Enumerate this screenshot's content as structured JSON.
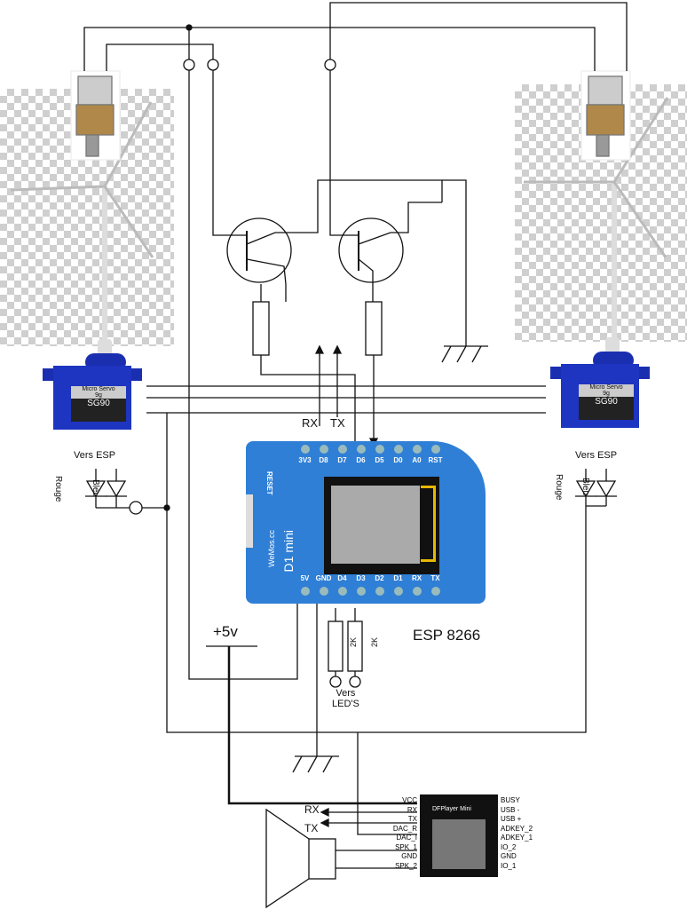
{
  "labels": {
    "rx_esp": "RX",
    "tx_esp": "TX",
    "vers_esp_left": "Vers ESP",
    "vers_esp_right": "Vers ESP",
    "rouge_left": "Rouge",
    "rouge_right": "Rouge",
    "bleu_left": "Bleu",
    "bleu_right": "Bleu",
    "plus5v": "+5v",
    "esp_title": "ESP 8266",
    "resistor_a": "2K",
    "resistor_b": "2K",
    "vers_leds": "Vers\nLED'S",
    "rx_df": "RX",
    "tx_df": "TX"
  },
  "esp_board": {
    "top_pins": [
      "3V3",
      "D8",
      "D7",
      "D6",
      "D5",
      "D0",
      "A0",
      "RST"
    ],
    "bottom_pins": [
      "5V",
      "GND",
      "D4",
      "D3",
      "D2",
      "D1",
      "RX",
      "TX"
    ],
    "reset": "RESET",
    "name": "D1 mini",
    "brand": "WeMos.cc",
    "color": "#2f7fd6"
  },
  "servo": {
    "line1": "Micro Servo",
    "line2": "9g",
    "model": "SG90",
    "color": "#1a2fb0"
  },
  "dfplayer": {
    "name": "DFPlayer Mini",
    "left_pins": [
      "VCC",
      "RX",
      "TX",
      "DAC_R",
      "DAC_I",
      "SPK_1",
      "GND",
      "SPK_2"
    ],
    "right_pins": [
      "BUSY",
      "USB -",
      "USB +",
      "ADKEY_2",
      "ADKEY_1",
      "IO_2",
      "GND",
      "IO_1"
    ]
  }
}
